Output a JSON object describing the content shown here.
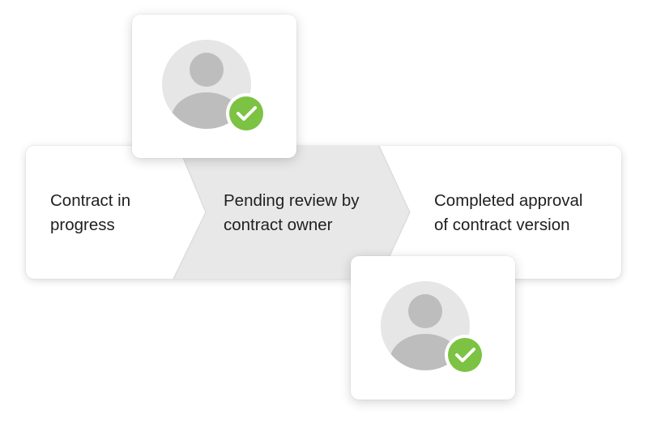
{
  "steps": [
    {
      "label": "Contract in\nprogress",
      "state": "done"
    },
    {
      "label": "Pending review by\ncontract owner",
      "state": "current"
    },
    {
      "label": "Completed approval\nof contract version",
      "state": "upcoming"
    }
  ],
  "approvers": [
    {
      "icon": "user-avatar-icon",
      "badge": "checkmark-icon"
    },
    {
      "icon": "user-avatar-icon",
      "badge": "checkmark-icon"
    }
  ],
  "colors": {
    "active_step_fill": "#e8e8e8",
    "avatar_circle": "#e6e6e6",
    "avatar_figure": "#bdbdbd",
    "check_badge": "#7cc243",
    "text": "#1f1f1f"
  }
}
